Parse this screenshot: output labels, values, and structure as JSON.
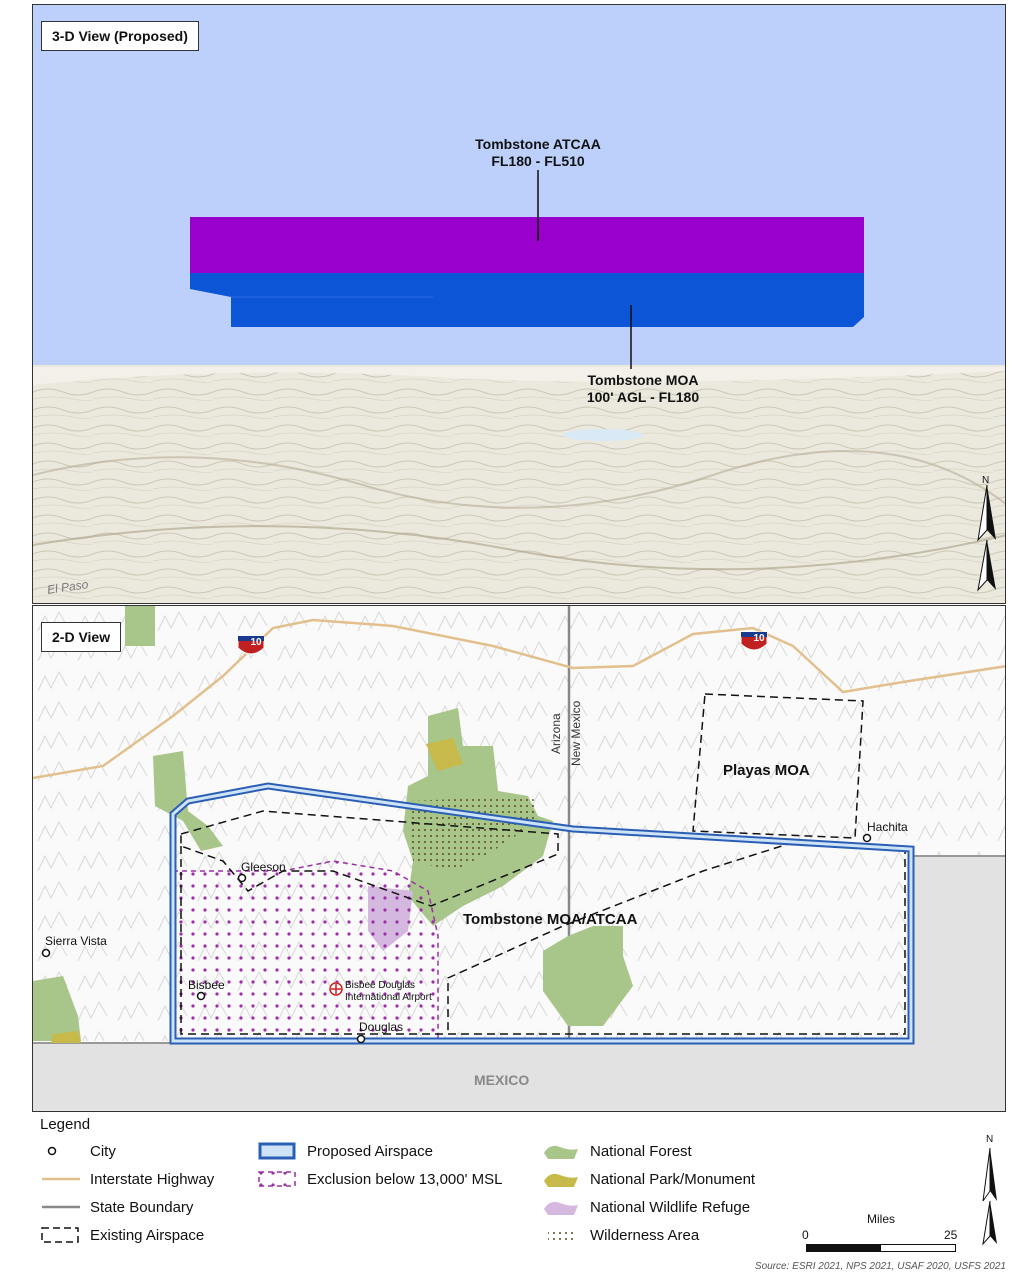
{
  "top_panel": {
    "label": "3-D View (Proposed)",
    "atcaa_name": "Tombstone ATCAA",
    "atcaa_alt": "FL180 - FL510",
    "moa_name": "Tombstone MOA",
    "moa_alt": "100' AGL - FL180",
    "terrain_text": "El Paso",
    "north": "N",
    "colors": {
      "sky": "#bcd0fb",
      "atcaa": "#9900cc",
      "moa": "#0b55d6",
      "terrain": "#ebe8dd"
    }
  },
  "bottom_panel": {
    "label": "2-D View",
    "interstate_shield": "10",
    "state_labels": [
      "Arizona",
      "New Mexico"
    ],
    "places": {
      "sierra_vista": "Sierra Vista",
      "gleeson": "Gleeson",
      "bisbee": "Bisbee",
      "douglas": "Douglas",
      "hachita": "Hachita",
      "airport_line1": "Bisbee Douglas",
      "airport_line2": "International Airport",
      "country": "MEXICO"
    },
    "airspace_labels": {
      "playas": "Playas MOA",
      "tombstone": "Tombstone MOA/ATCAA"
    }
  },
  "legend": {
    "title": "Legend",
    "items": {
      "city": "City",
      "interstate": "Interstate Highway",
      "state_boundary": "State Boundary",
      "existing": "Existing Airspace",
      "proposed": "Proposed Airspace",
      "exclusion": "Exclusion below 13,000' MSL",
      "forest": "National Forest",
      "park": "National Park/Monument",
      "refuge": "National Wildlife Refuge",
      "wilderness": "Wilderness Area"
    },
    "scale": {
      "title": "Miles",
      "min": "0",
      "max": "25"
    },
    "north": "N",
    "source": "Source: ESRI 2021, NPS 2021, USAF 2020, USFS 2021"
  }
}
